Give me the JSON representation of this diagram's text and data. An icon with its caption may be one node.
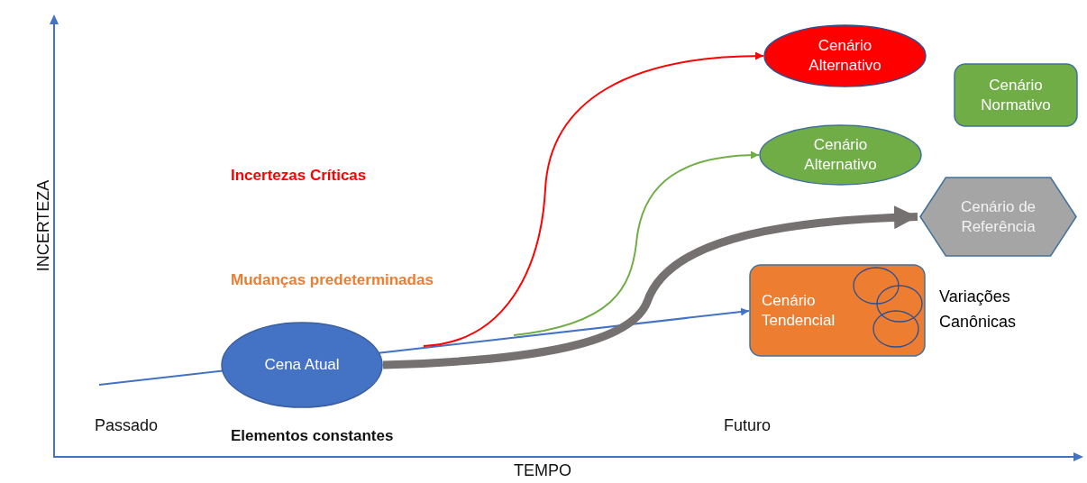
{
  "diagram": {
    "nodes": [
      {
        "text": [
          "Cena Atual"
        ]
      },
      {
        "text": [
          "Cenário Alternativo"
        ]
      },
      {
        "text": [
          "Cenário Normativo"
        ]
      },
      {
        "text": [
          "Cenário Alternativo"
        ]
      },
      {
        "text": [
          "Cenário de Referência"
        ]
      },
      {
        "text": [
          "Cenário Tendencial"
        ],
        "beside": [
          "Variações Canônicas"
        ]
      }
    ],
    "edges": [
      {
        "from": null,
        "to": 5,
        "arrow": "to",
        "color": "#4472c4"
      },
      {
        "from": null,
        "to": 1,
        "arrow": "to",
        "color": "#ff0000"
      },
      {
        "from": null,
        "to": 3,
        "arrow": "to",
        "color": "#70ad47"
      },
      {
        "from": 0,
        "to": 4,
        "arrow": "to",
        "color": "#767171",
        "style": "thick"
      }
    ],
    "labels": [
      "Incertezas Críticas",
      "Mudanças predeterminadas",
      "Passado",
      "Elementos constantes",
      "Futuro",
      "INCERTEZA",
      "TEMPO"
    ]
  }
}
